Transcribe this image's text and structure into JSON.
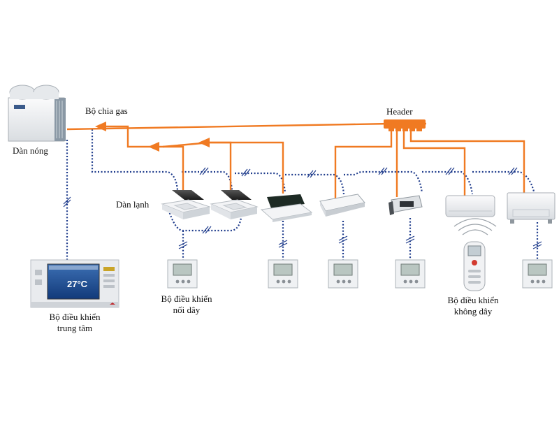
{
  "labels": {
    "outdoor_unit": "Dàn nóng",
    "gas_splitter": "Bộ chia gas",
    "header": "Header",
    "indoor_units": "Dàn lạnh",
    "central_controller_line1": "Bộ điều khiển",
    "central_controller_line2": "trung tâm",
    "wired_remote_line1": "Bộ điều khiển",
    "wired_remote_line2": "nối dây",
    "wireless_remote_line1": "Bộ điều khiển",
    "wireless_remote_line2": "không dây"
  },
  "central_screen": {
    "temperature": "27°C"
  },
  "colors": {
    "refrigerant_pipe": "#f07a22",
    "control_wire": "#1f3c8c",
    "unit_body": "#eef0f2",
    "unit_shadow": "#9aa3ab"
  }
}
